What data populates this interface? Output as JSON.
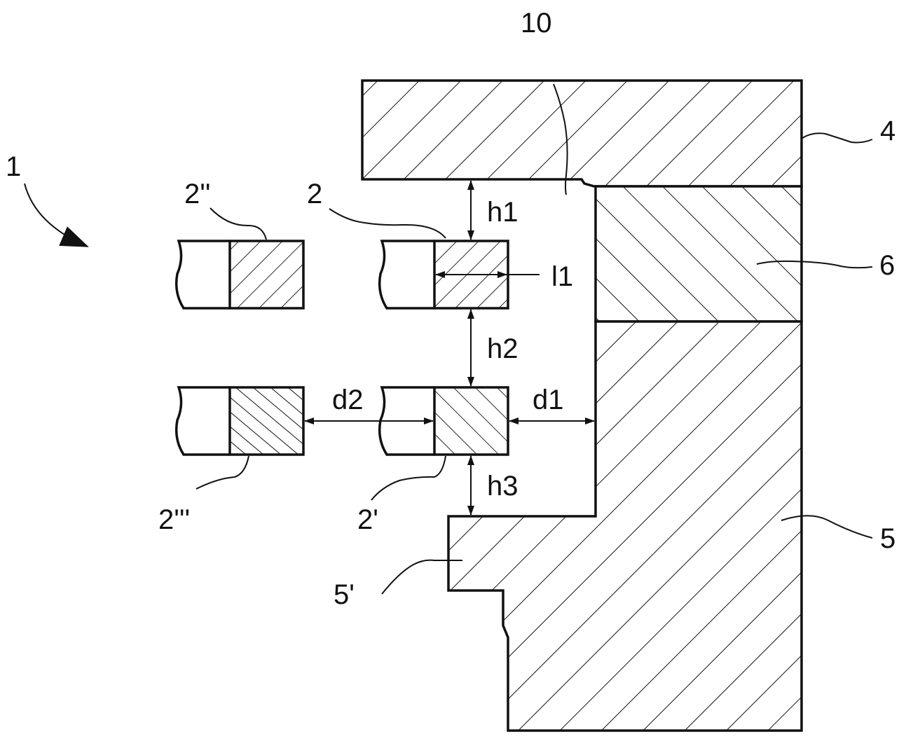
{
  "labels": {
    "assembly": "1",
    "part_top": "4",
    "part_middle": "6",
    "part_bottom": "5",
    "part_bottom_step": "5'",
    "gap": "10",
    "conductor": "2",
    "conductor_lower": "2'",
    "conductor_left": "2''",
    "conductor_lower_left": "2'''",
    "height_1": "h1",
    "height_2": "h2",
    "height_3": "h3",
    "distance_1": "d1",
    "distance_2": "d2",
    "length_1": "l1"
  },
  "colors": {
    "line": "#111111",
    "background": "#ffffff"
  }
}
